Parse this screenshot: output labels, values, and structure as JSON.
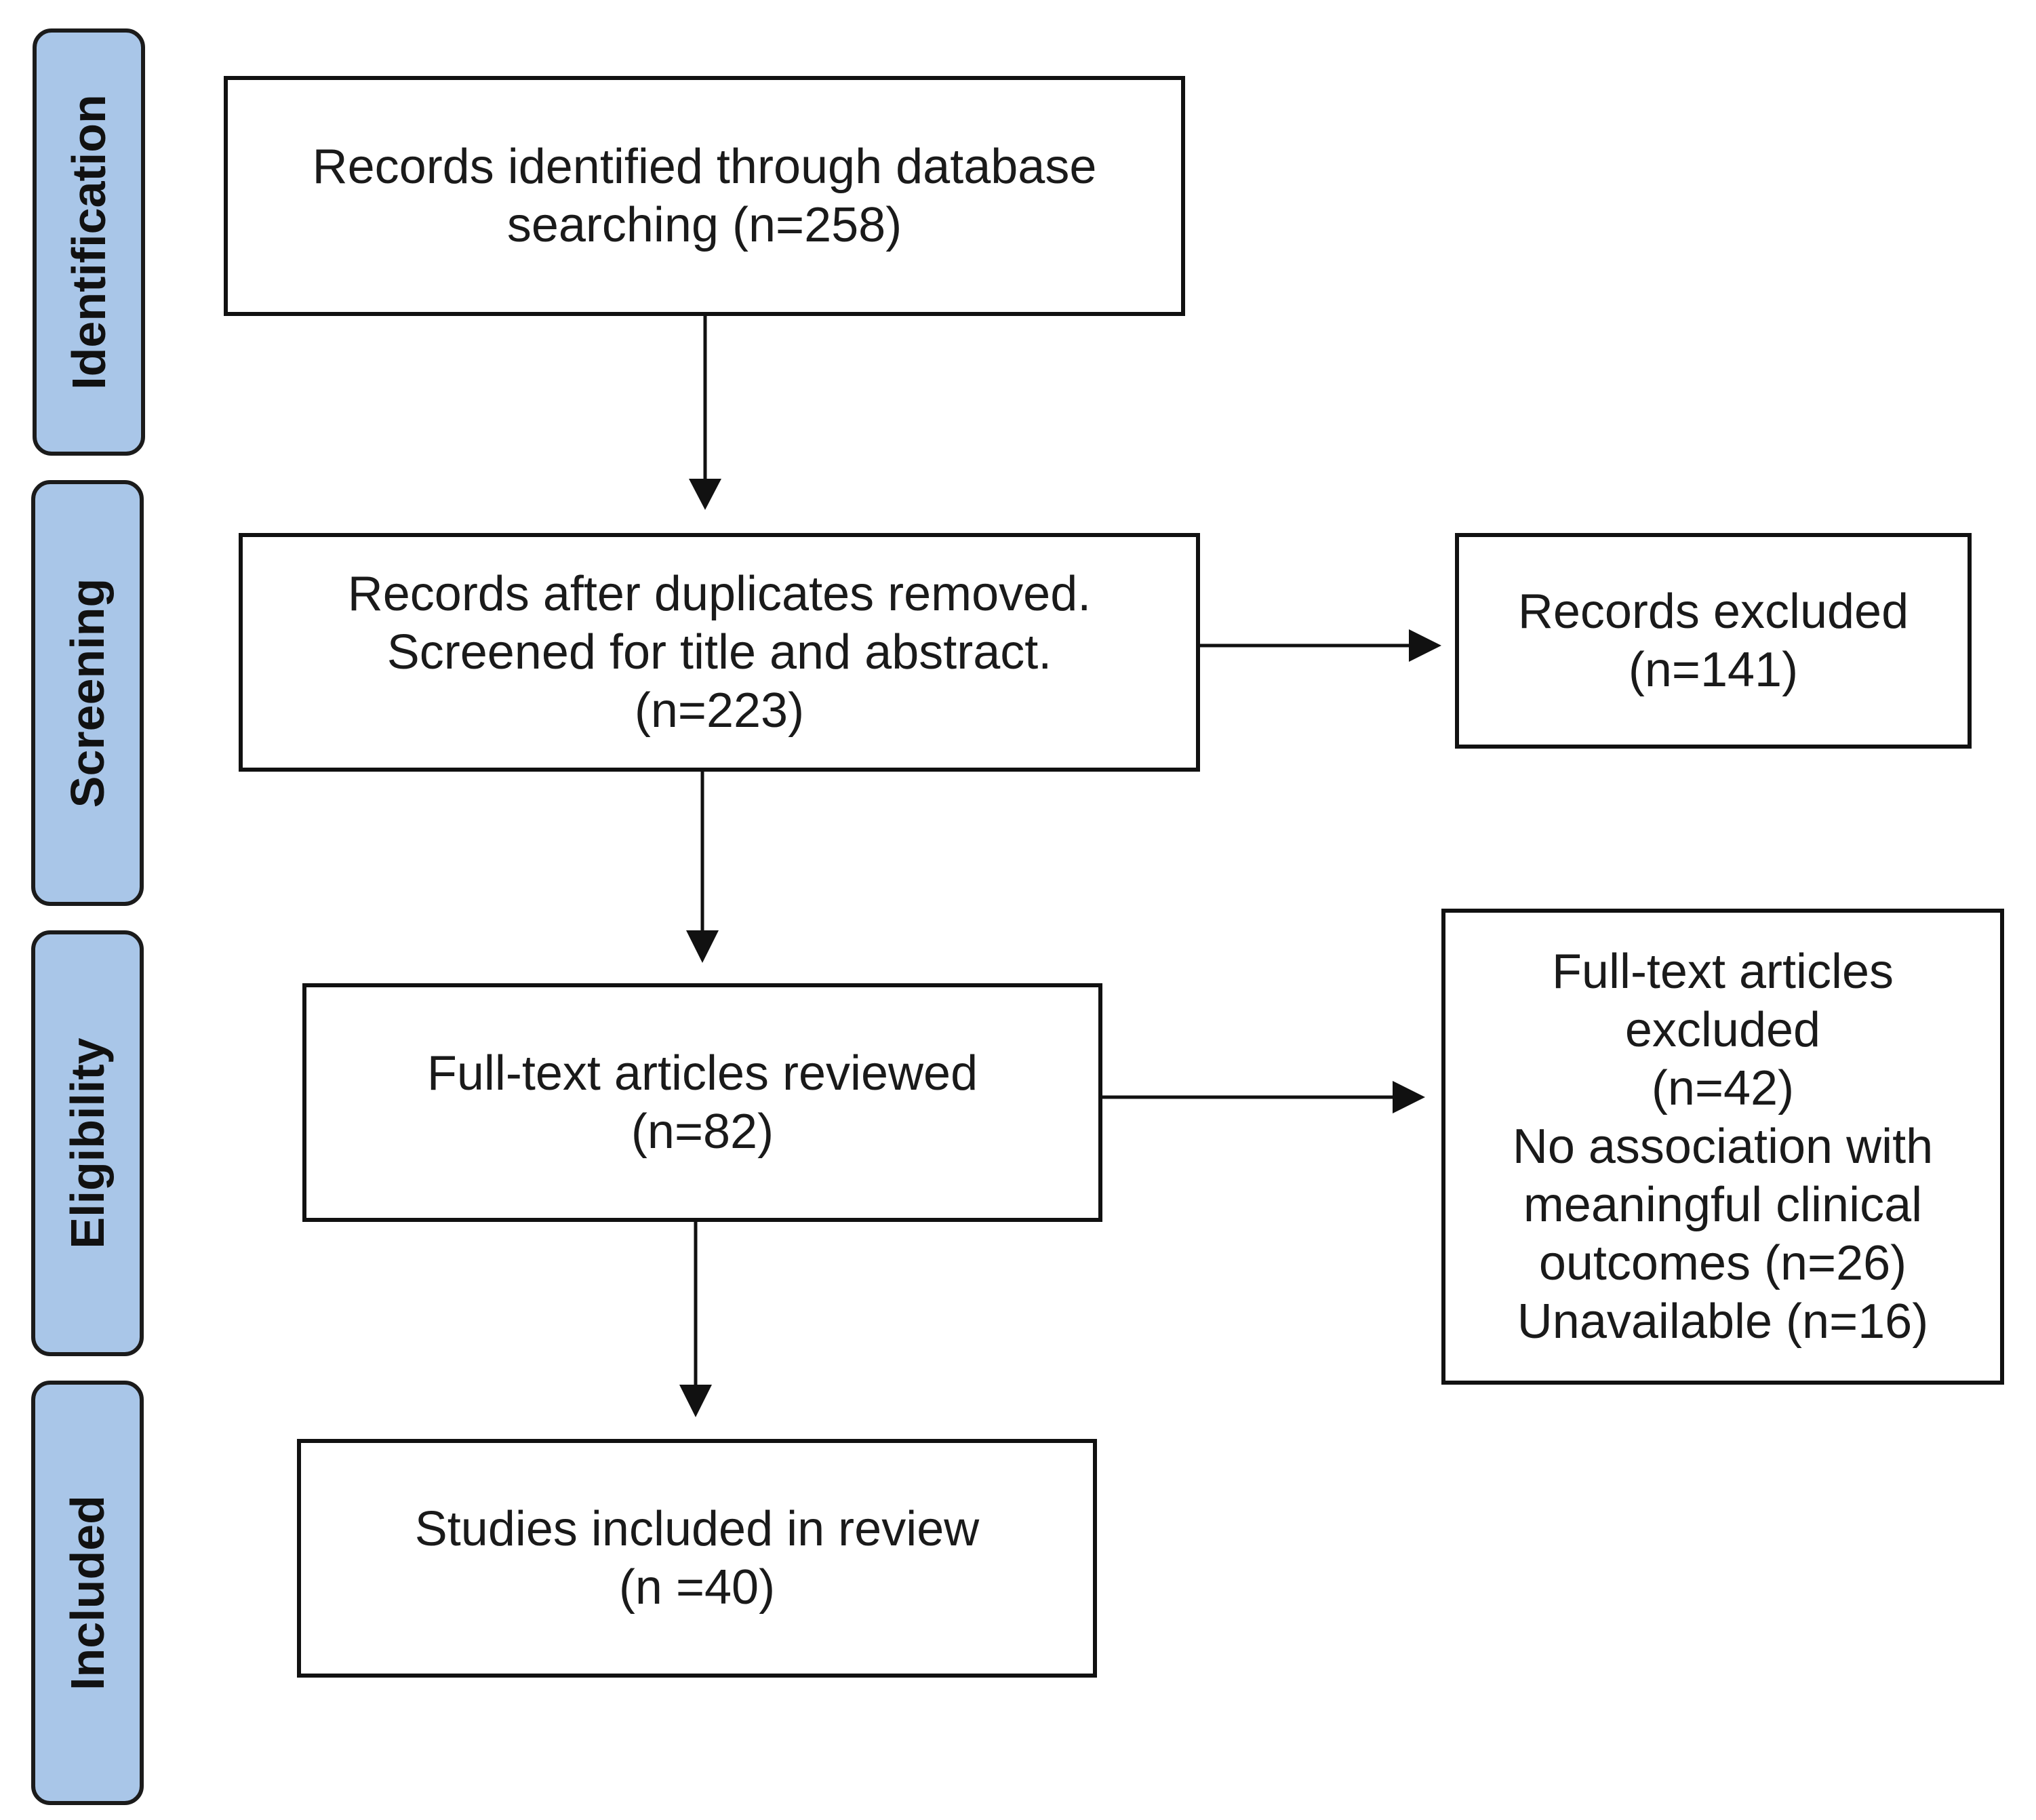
{
  "colors": {
    "phase_fill": "#a9c6e8",
    "stroke": "#111111",
    "text": "#1a1a1a"
  },
  "phases": [
    {
      "id": "identification",
      "label": "Identification"
    },
    {
      "id": "screening",
      "label": "Screening"
    },
    {
      "id": "eligibility",
      "label": "Eligibility"
    },
    {
      "id": "included",
      "label": "Included"
    }
  ],
  "boxes": {
    "identified": {
      "lines": [
        "Records identified through database",
        "searching (n=258)"
      ]
    },
    "screened": {
      "lines": [
        "Records after duplicates removed.",
        "Screened for title and abstract.",
        "(n=223)"
      ]
    },
    "excluded": {
      "lines": [
        "Records excluded",
        "(n=141)"
      ]
    },
    "fulltext": {
      "lines": [
        "Full-text articles reviewed",
        "(n=82)"
      ]
    },
    "fulltext_excluded": {
      "lines": [
        "Full-text articles",
        "excluded",
        "(n=42)",
        "No association with",
        "meaningful clinical",
        "outcomes (n=26)",
        "Unavailable (n=16)"
      ]
    },
    "included": {
      "lines": [
        "Studies included in review",
        "(n =40)"
      ]
    }
  }
}
